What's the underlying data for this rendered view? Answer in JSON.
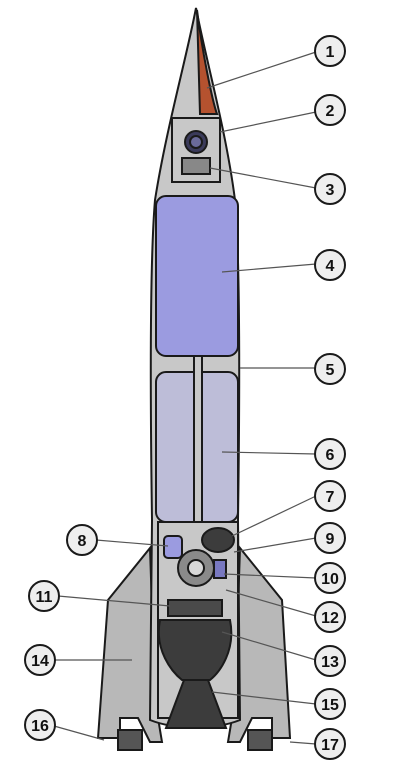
{
  "callouts": [
    {
      "id": 1,
      "label": "1"
    },
    {
      "id": 2,
      "label": "2"
    },
    {
      "id": 3,
      "label": "3"
    },
    {
      "id": 4,
      "label": "4"
    },
    {
      "id": 5,
      "label": "5"
    },
    {
      "id": 6,
      "label": "6"
    },
    {
      "id": 7,
      "label": "7"
    },
    {
      "id": 8,
      "label": "8"
    },
    {
      "id": 9,
      "label": "9"
    },
    {
      "id": 10,
      "label": "10"
    },
    {
      "id": 11,
      "label": "11"
    },
    {
      "id": 12,
      "label": "12"
    },
    {
      "id": 13,
      "label": "13"
    },
    {
      "id": 14,
      "label": "14"
    },
    {
      "id": 15,
      "label": "15"
    },
    {
      "id": 16,
      "label": "16"
    },
    {
      "id": 17,
      "label": "17"
    }
  ],
  "colors": {
    "body": "#c8c8c8",
    "fins": "#b8b8b8",
    "warhead_tip": "#b5522f",
    "fuel_tank": "#9b9be0",
    "oxidizer_tank": "#bdbdd8",
    "engine": "#3c3c3c",
    "outline": "#1a1a1a"
  }
}
